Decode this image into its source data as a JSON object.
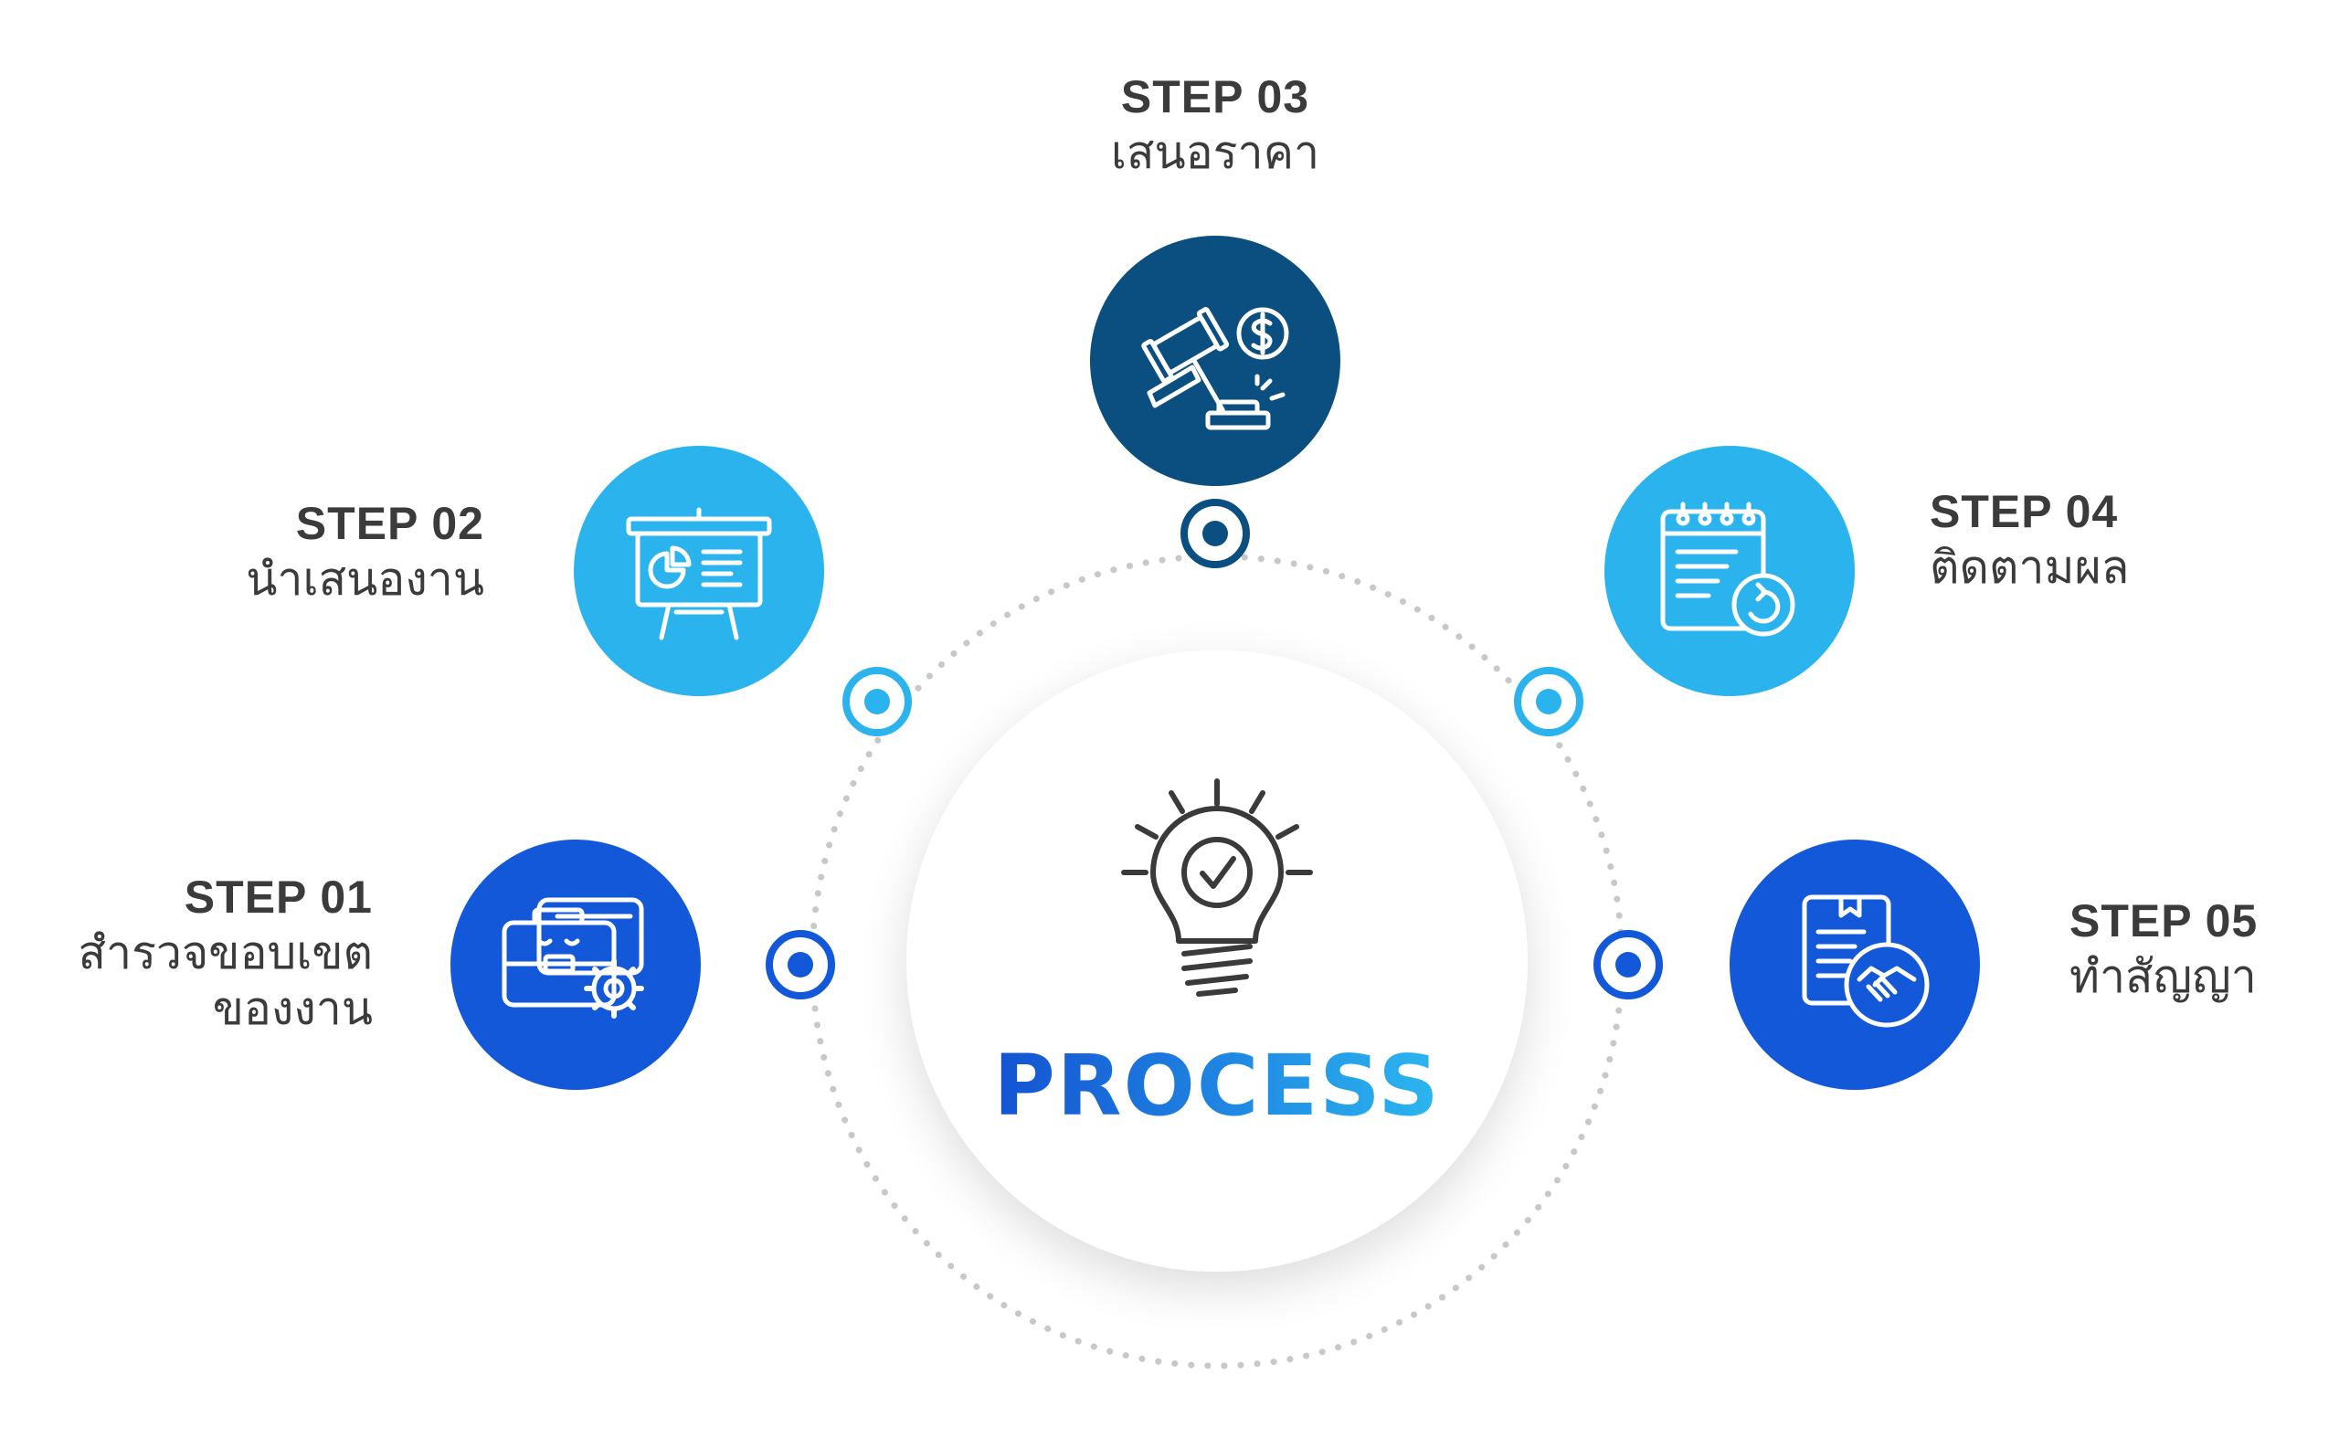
{
  "center": {
    "title": "PROCESS",
    "icon": "lightbulb-check-icon"
  },
  "colors": {
    "dark_navy": "#0b4f80",
    "sky_blue": "#2bb3ee",
    "royal_blue": "#1358d8",
    "title_gradient_start": "#1352d2",
    "title_gradient_end": "#2bb7f0",
    "text": "#3b3b3b",
    "dotted_ring": "#c8c8c8"
  },
  "steps": [
    {
      "title": "STEP 01",
      "description": "สำรวจขอบเขตของงาน",
      "description_lines": [
        "สำรวจขอบเขต",
        "ของงาน"
      ],
      "icon": "briefcase-gear-icon",
      "color": "royal_blue"
    },
    {
      "title": "STEP 02",
      "description": "นำเสนองาน",
      "icon": "presentation-board-icon",
      "color": "sky_blue"
    },
    {
      "title": "STEP 03",
      "description": "เสนอราคา",
      "icon": "auction-gavel-dollar-icon",
      "color": "dark_navy"
    },
    {
      "title": "STEP 04",
      "description": "ติดตามผล",
      "icon": "calendar-checklist-icon",
      "color": "sky_blue"
    },
    {
      "title": "STEP 05",
      "description": "ทำสัญญา",
      "icon": "contract-handshake-icon",
      "color": "royal_blue"
    }
  ]
}
